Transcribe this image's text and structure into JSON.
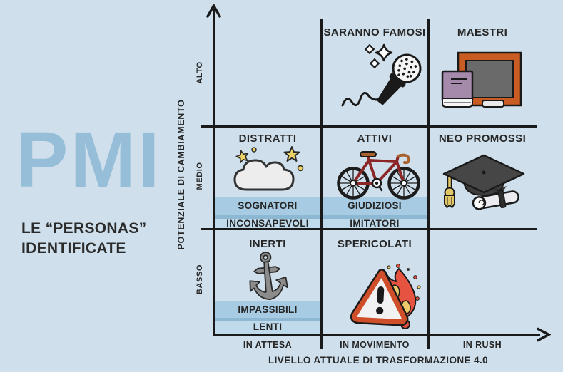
{
  "palette": {
    "background": "#cfe0ec",
    "brand_blue": "#97bed9",
    "text_dark": "#262626",
    "line_black": "#1a1a1a",
    "band_medium_blue": "#a6cbe2",
    "band_divider_blue": "#8db8d4",
    "band_light_blue": "#bedaeb",
    "board_orange": "#c95c22",
    "flame_red": "#e65340",
    "star_yellow": "#eed265"
  },
  "brand": {
    "title": "PMI",
    "subtitle_line1": "LE “PERSONAS”",
    "subtitle_line2": "IDENTIFICATE"
  },
  "y_axis": {
    "title": "POTENZIALE DI CAMBIAMENTO",
    "ticks": [
      "ALTO",
      "MEDIO",
      "BASSO"
    ]
  },
  "x_axis": {
    "title": "LIVELLO ATTUALE DI TRASFORMAZIONE 4.0",
    "ticks": [
      "IN ATTESA",
      "IN MOVIMENTO",
      "IN RUSH"
    ]
  },
  "cells": {
    "saranno_famosi": {
      "title": "SARANNO FAMOSI",
      "icon": "microphone-sparkles-icon"
    },
    "maestri": {
      "title": "MAESTRI",
      "icon": "blackboard-book-icon"
    },
    "distratti": {
      "title": "DISTRATTI",
      "icon": "cloud-stars-icon",
      "tags": [
        "SOGNATORI",
        "INCONSAPEVOLI"
      ]
    },
    "attivi": {
      "title": "ATTIVI",
      "icon": "bicycle-icon",
      "tags": [
        "GIUDIZIOSI",
        "IMITATORI"
      ]
    },
    "neo_promossi": {
      "title": "NEO PROMOSSI",
      "icon": "graduation-cap-diploma-icon"
    },
    "inerti": {
      "title": "INERTI",
      "icon": "anchor-icon",
      "tags": [
        "IMPASSIBILI",
        "LENTI"
      ]
    },
    "spericolati": {
      "title": "SPERICOLATI",
      "icon": "warning-triangle-fire-icon"
    }
  }
}
